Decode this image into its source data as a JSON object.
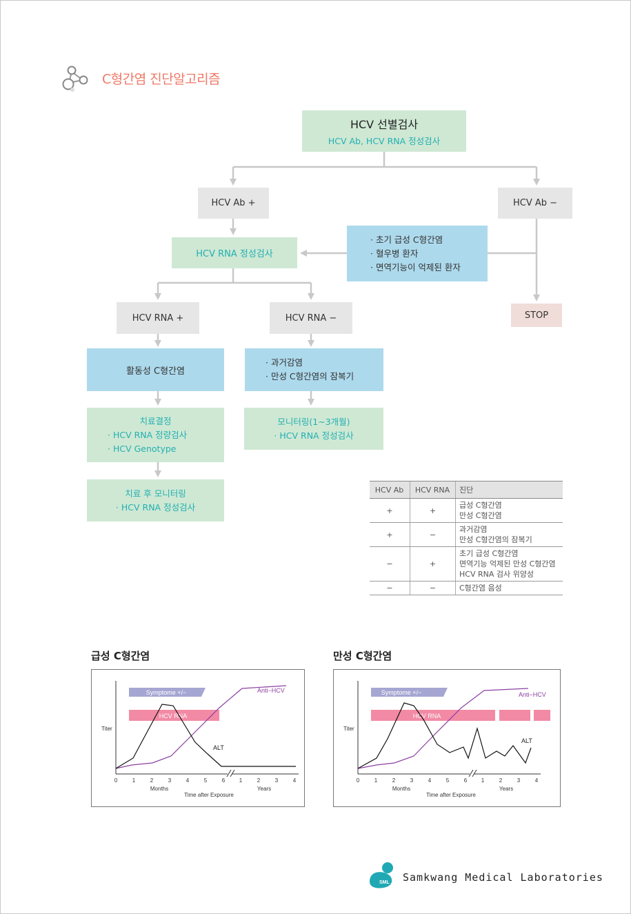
{
  "page_title": "C형간염 진단알고리즘",
  "flow": {
    "screening": {
      "title": "HCV 선별검사",
      "subtitle": "HCV Ab, HCV RNA 정성검사"
    },
    "ab_pos": "HCV Ab +",
    "ab_neg": "HCV Ab −",
    "rna_qual": "HCV RNA 정성검사",
    "special_cases": [
      "초기 급성 C형간염",
      "혈우병 환자",
      "면역기능이 억제된 환자"
    ],
    "stop": "STOP",
    "rna_pos": "HCV RNA +",
    "rna_neg": "HCV RNA −",
    "active": "활동성 C형간염",
    "past": [
      "과거감염",
      "만성 C형간염의 잠복기"
    ],
    "treatment": {
      "title": "치료결정",
      "items": [
        "HCV RNA 정량검사",
        "HCV Genotype"
      ]
    },
    "monitoring": {
      "title": "모니터링(1~3개월)",
      "items": [
        "HCV RNA 정성검사"
      ]
    },
    "post_treatment": {
      "title": "치료 후 모니터링",
      "items": [
        "HCV RNA 정성검사"
      ]
    }
  },
  "table": {
    "headers": [
      "HCV Ab",
      "HCV RNA",
      "진단"
    ],
    "rows": [
      {
        "ab": "+",
        "rna": "+",
        "dx": [
          "급성 C형간염",
          "만성 C형간염"
        ]
      },
      {
        "ab": "+",
        "rna": "−",
        "dx": [
          "과거감염",
          "만성 C형간염의 잠복기"
        ]
      },
      {
        "ab": "−",
        "rna": "+",
        "dx": [
          "초기 급성 C형간염",
          "면역기능 억제된 만성 C형간염",
          "HCV RNA 검사 위양성"
        ]
      },
      {
        "ab": "−",
        "rna": "−",
        "dx": [
          "C형간염 음성"
        ]
      }
    ]
  },
  "charts": [
    {
      "title": "급성 C형간염",
      "symptome": "Symptome +/−",
      "hcv_rna": "HCV RNA",
      "anti_hcv": "Anti−HCV",
      "alt": "ALT",
      "titer": "Titer",
      "months": "Months",
      "years": "Years",
      "time_label": "Time after Exposure",
      "month_ticks": [
        "0",
        "1",
        "2",
        "3",
        "4",
        "5",
        "6"
      ],
      "year_ticks": [
        "1",
        "2",
        "3",
        "4"
      ]
    },
    {
      "title": "만성 C형간염",
      "symptome": "Symptome +/−",
      "hcv_rna": "HCV RNA",
      "anti_hcv": "Anti−HCV",
      "alt": "ALT",
      "titer": "Titer",
      "months": "Months",
      "years": "Years",
      "time_label": "Time after Exposure",
      "month_ticks": [
        "0",
        "1",
        "2",
        "3",
        "4",
        "5",
        "6"
      ],
      "year_ticks": [
        "1",
        "2",
        "3",
        "4"
      ]
    }
  ],
  "footer": {
    "company": "Samkwang Medical Laboratories",
    "logo_text": "SML"
  },
  "colors": {
    "title": "#ee7966",
    "teal": "#22b0b0",
    "green_box": "#cfe8d4",
    "blue_box": "#add9ec",
    "gray_box": "#e6e6e7",
    "stop_box": "#f0dcd9",
    "anti_hcv": "#8b3fa0",
    "hcv_rna_bar": "#f28aa5",
    "symptome_bar": "#a6a6d3",
    "logo": "#20a9b4"
  }
}
